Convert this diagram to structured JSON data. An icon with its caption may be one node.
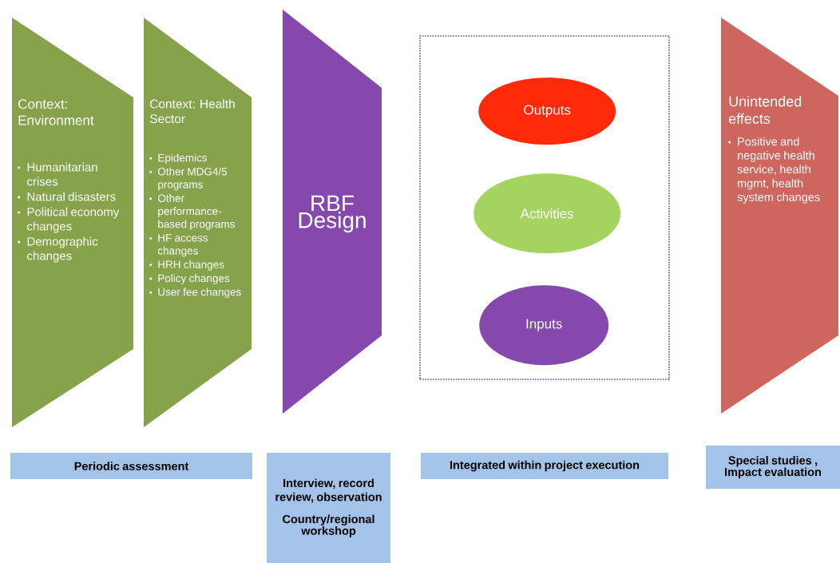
{
  "diagram": {
    "nodes": [
      {
        "text": [
          "Context: Environment",
          "Humanitarian crises",
          "Natural disasters",
          "Political economy changes",
          "Demographic changes"
        ]
      },
      {
        "text": [
          "Context: Health Sector",
          "Epidemics",
          "Other MDG4/5 programs",
          "Other performance-based programs",
          "HF access changes",
          "HRH changes",
          "Policy changes",
          "User fee changes"
        ]
      },
      {
        "text": [
          "RBF Design"
        ]
      },
      {
        "text": [],
        "shape": "box"
      },
      {
        "text": [
          "Outputs"
        ],
        "in": 3
      },
      {
        "text": [
          "Activities"
        ],
        "in": 3
      },
      {
        "text": [
          "Inputs"
        ],
        "in": 3
      },
      {
        "text": [
          "Unintended effects",
          "Positive and negative health service, health mgmt, health system changes"
        ]
      },
      {
        "text": [
          "Periodic assessment"
        ]
      },
      {
        "text": [
          "Interview, record review, observation",
          "Country/regional workshop"
        ]
      },
      {
        "text": [
          "Integrated within project execution"
        ]
      },
      {
        "text": [
          "Special studies , Impact evaluation"
        ]
      }
    ]
  }
}
